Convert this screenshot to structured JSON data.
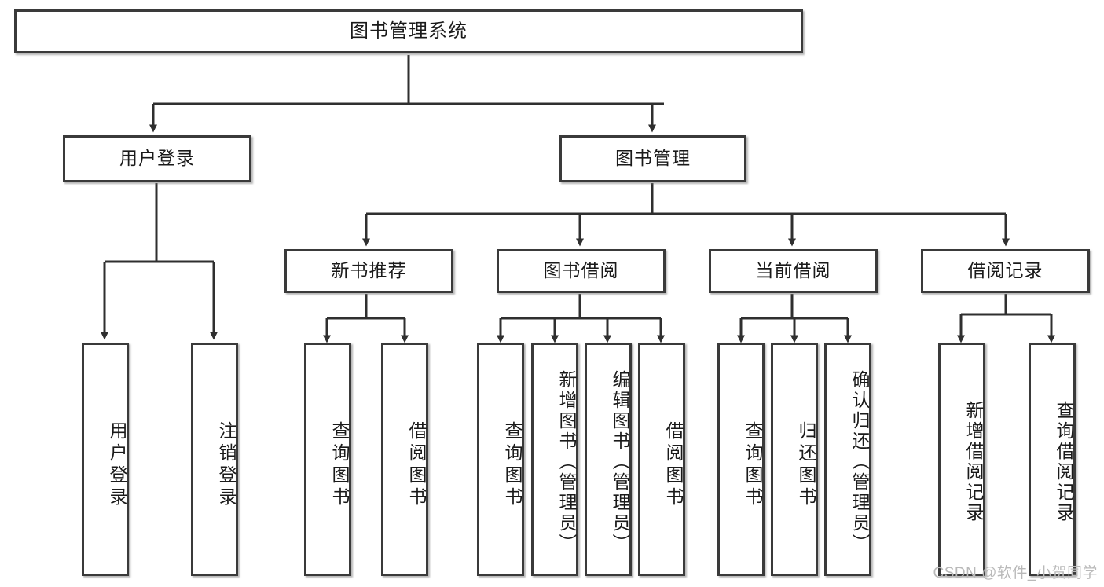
{
  "diagram": {
    "title": "图书管理系统",
    "root": {
      "label": "图书管理系统"
    },
    "level2": [
      {
        "label": "用户登录"
      },
      {
        "label": "图书管理"
      }
    ],
    "level3": [
      {
        "label": "新书推荐"
      },
      {
        "label": "图书借阅"
      },
      {
        "label": "当前借阅"
      },
      {
        "label": "借阅记录"
      }
    ],
    "leaves": {
      "user_login": [
        {
          "label": "用户登录"
        },
        {
          "label": "注销登录"
        }
      ],
      "new_book": [
        {
          "label": "查询图书"
        },
        {
          "label": "借阅图书"
        }
      ],
      "book_borrow": [
        {
          "label": "查询图书"
        },
        {
          "label": "新增图书（管理员）"
        },
        {
          "label": "编辑图书（管理员）"
        },
        {
          "label": "借阅图书"
        }
      ],
      "current_borrow": [
        {
          "label": "查询图书"
        },
        {
          "label": "归还图书"
        },
        {
          "label": "确认归还（管理员）"
        }
      ],
      "borrow_record": [
        {
          "label": "新增借阅记录"
        },
        {
          "label": "查询借阅记录"
        }
      ]
    }
  },
  "watermark": {
    "text": "CSDN @软件_小贺同学"
  },
  "colors": {
    "background": "#ffffff",
    "box_border": "#3a3a3a",
    "connector": "#2f2f2f",
    "text": "#1a1a1a",
    "watermark": "#b9b9b9"
  }
}
